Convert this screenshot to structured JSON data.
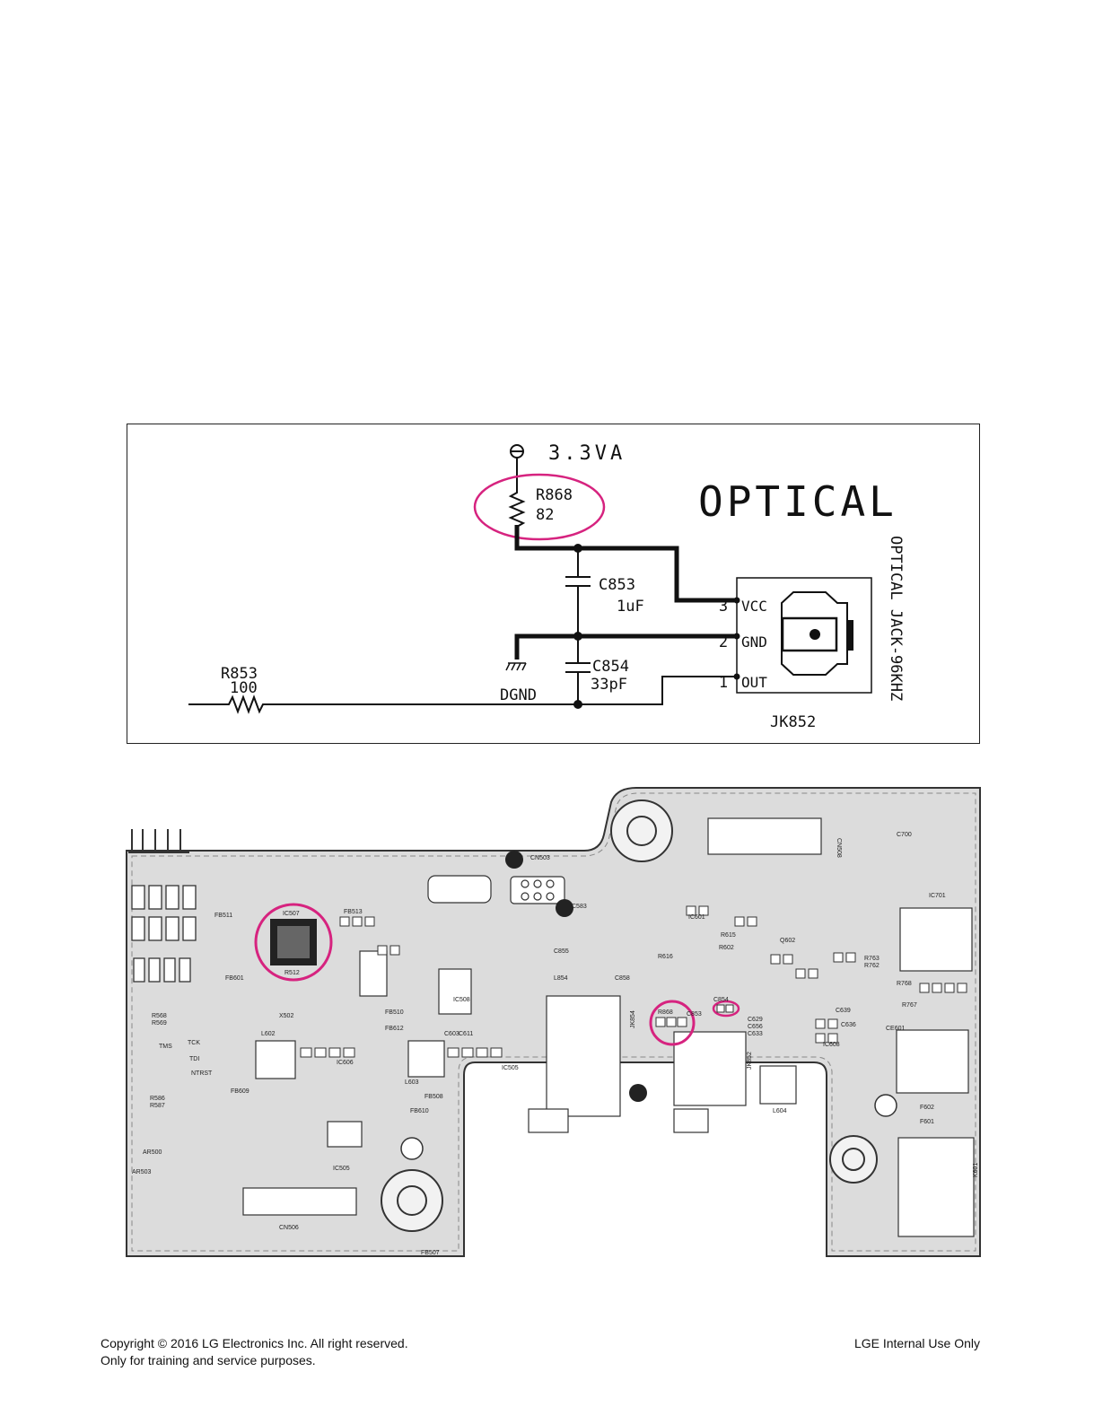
{
  "schematic": {
    "supply": "3.3VA",
    "section_title": "OPTICAL",
    "r868": {
      "ref": "R868",
      "value": "82"
    },
    "r853": {
      "ref": "R853",
      "value": "100"
    },
    "c853": {
      "ref": "C853",
      "value": "1uF"
    },
    "c854": {
      "ref": "C854",
      "value": "33pF"
    },
    "ground": "DGND",
    "jack": {
      "ref": "JK852",
      "side_label": "OPTICAL JACK-96KHZ",
      "pins": [
        {
          "num": "3",
          "name": "VCC"
        },
        {
          "num": "2",
          "name": "GND"
        },
        {
          "num": "1",
          "name": "OUT"
        }
      ]
    },
    "highlight_color": "#d6237f"
  },
  "pcb": {
    "highlight_color": "#d6237f",
    "labels": {
      "cn503": "CN503",
      "c583": "C583",
      "fb511": "FB511",
      "fb513": "FB513",
      "fb601": "FB601",
      "ic507": "IC507",
      "r512": "R512",
      "x502": "X502",
      "l602": "L602",
      "ic606": "IC606",
      "fb510": "FB510",
      "fb612": "FB612",
      "c603": "C603",
      "c611": "C611",
      "l603": "L603",
      "fb609": "FB609",
      "fb610": "FB610",
      "ic505": "IC505",
      "cn506": "CN506",
      "ic508": "IC508",
      "l854": "L854",
      "c858": "C858",
      "c855": "C855",
      "jk854": "JK854",
      "r868": "R868",
      "c853": "C853",
      "c854": "C854",
      "jk852": "JK852",
      "ic601": "IC601",
      "r602": "R602",
      "r615": "R615",
      "r616": "R616",
      "c700": "C700",
      "ic701": "IC701",
      "ce601": "CE601",
      "l604": "L604",
      "ic608": "IC608",
      "f602": "F602",
      "f601": "F601",
      "k601": "K601",
      "ar500": "AR500",
      "ar503": "AR503",
      "fb508": "FB508",
      "fb507": "FB507",
      "r568": "R568",
      "r569": "R569",
      "tck": "TCK",
      "tms": "TMS",
      "tdi": "TDI",
      "ntrst": "NTRST",
      "r586": "R586",
      "r587": "R587",
      "cn508": "CN508",
      "r763": "R763",
      "r762": "R762",
      "r768": "R768",
      "r767": "R767",
      "c636": "C636",
      "c639": "C639",
      "c629": "C629",
      "c656": "C656",
      "c633": "C633",
      "q602": "Q602"
    }
  },
  "footer": {
    "copyright": "Copyright © 2016 LG Electronics Inc. All right reserved.",
    "purpose": "Only for training and service purposes.",
    "internal": "LGE Internal Use Only"
  }
}
